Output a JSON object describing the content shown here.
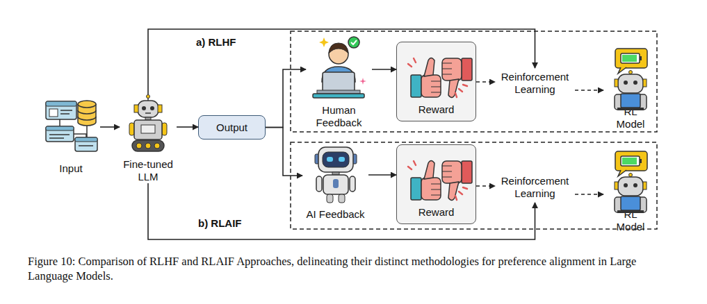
{
  "diagram": {
    "caption": "Figure 10: Comparison of RLHF and RLAIF Approaches, delineating their distinct methodologies for preference alignment in Large Language Models.",
    "nodes": [
      {
        "text": [
          "Input"
        ]
      },
      {
        "text": [
          "Fine-tuned LLM"
        ]
      },
      {
        "text": [
          "Output"
        ]
      },
      {
        "text": [
          "Human Feedback"
        ]
      },
      {
        "text": [
          "Reward"
        ]
      },
      {
        "text": [
          "Reinforcement Learning"
        ]
      },
      {
        "text": [
          "RL Model"
        ]
      },
      {
        "text": [
          "AI Feedback"
        ]
      },
      {
        "text": [
          "Reward"
        ]
      },
      {
        "text": [
          "Reinforcement Learning"
        ]
      },
      {
        "text": [
          "RL Model"
        ]
      }
    ],
    "edges": [
      {
        "from": 0,
        "to": 1,
        "arrow": "to"
      },
      {
        "from": 1,
        "to": 2,
        "arrow": "to"
      },
      {
        "from": 2,
        "to": 3,
        "arrow": "to"
      },
      {
        "from": 2,
        "to": 7,
        "arrow": "to"
      },
      {
        "from": 3,
        "to": 4,
        "arrow": "to"
      },
      {
        "from": 4,
        "to": 5,
        "arrow": "to"
      },
      {
        "from": 5,
        "to": 6,
        "arrow": "to"
      },
      {
        "from": 7,
        "to": 8,
        "arrow": "to"
      },
      {
        "from": 8,
        "to": 9,
        "arrow": "to"
      },
      {
        "from": 9,
        "to": 10,
        "arrow": "to"
      },
      {
        "from": 1,
        "to": 5,
        "label": "a) RLHF",
        "arrow": "to"
      },
      {
        "from": 1,
        "to": 9,
        "label": "b) RLAIF",
        "arrow": "to"
      }
    ]
  }
}
